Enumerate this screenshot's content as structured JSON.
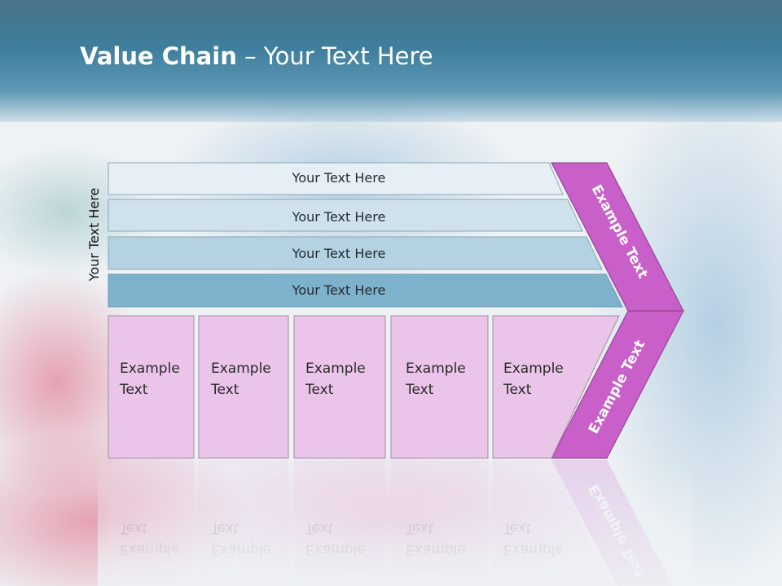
{
  "title": {
    "bold": "Value Chain",
    "rest": " – Your Text Here"
  },
  "side_label": "Your Text Here",
  "rows": [
    {
      "label": "Your Text Here",
      "color": "#e6eff5"
    },
    {
      "label": "Your Text Here",
      "color": "#cfe2eb"
    },
    {
      "label": "Your Text Here",
      "color": "#b4d2e2"
    },
    {
      "label": "Your Text Here",
      "color": "#7eb1cb"
    }
  ],
  "cells": [
    {
      "line1": "Example",
      "line2": "Text"
    },
    {
      "line1": "Example",
      "line2": "Text"
    },
    {
      "line1": "Example",
      "line2": "Text"
    },
    {
      "line1": "Example",
      "line2": "Text"
    },
    {
      "line1": "Example",
      "line2": "Text"
    }
  ],
  "arrow": {
    "upper_label": "Example Text",
    "lower_label": "Example Text"
  },
  "colors": {
    "header": "#3e7f9d",
    "cell_fill": "#ebc4ea",
    "cell_border": "#9f8f9f",
    "arrow_fill": "#c95fc8",
    "arrow_border": "#8b3a8c"
  }
}
